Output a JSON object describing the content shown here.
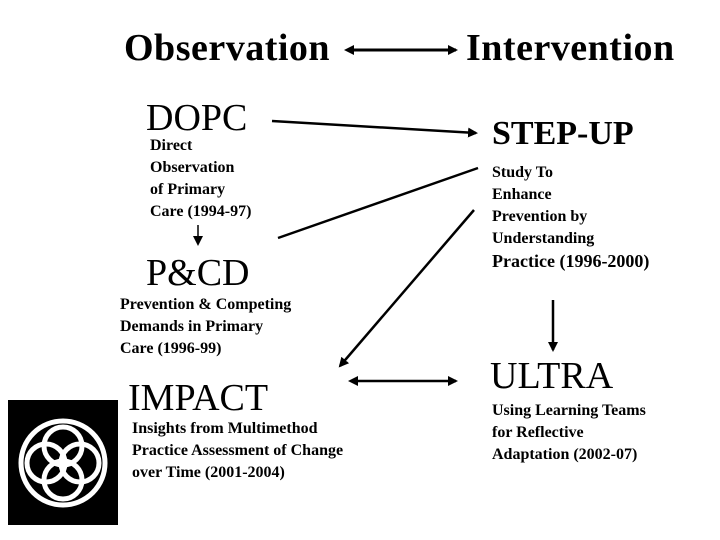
{
  "header": {
    "left": "Observation",
    "right": "Intervention"
  },
  "studies": {
    "dopc": {
      "name": "DOPC",
      "lines": [
        "Direct",
        "Observation",
        "of Primary",
        "Care (1994-97)"
      ]
    },
    "pcd": {
      "name": "P&CD",
      "lines": [
        "Prevention & Competing",
        "Demands in Primary",
        "Care (1996-99)"
      ]
    },
    "impact": {
      "name": "IMPACT",
      "lines": [
        "Insights from Multimethod",
        "Practice Assessment of Change",
        "over Time (2001-2004)"
      ]
    },
    "stepup": {
      "name": "STEP-UP",
      "lines": [
        "Study To",
        "Enhance",
        "Prevention by",
        "Understanding",
        "Practice (1996-2000)"
      ]
    },
    "ultra": {
      "name": "ULTRA",
      "lines": [
        "Using Learning Teams",
        "for Reflective",
        "Adaptation (2002-07)"
      ]
    }
  },
  "logo": {
    "icon": "interlocking-rings-logo",
    "color": "#000000"
  }
}
